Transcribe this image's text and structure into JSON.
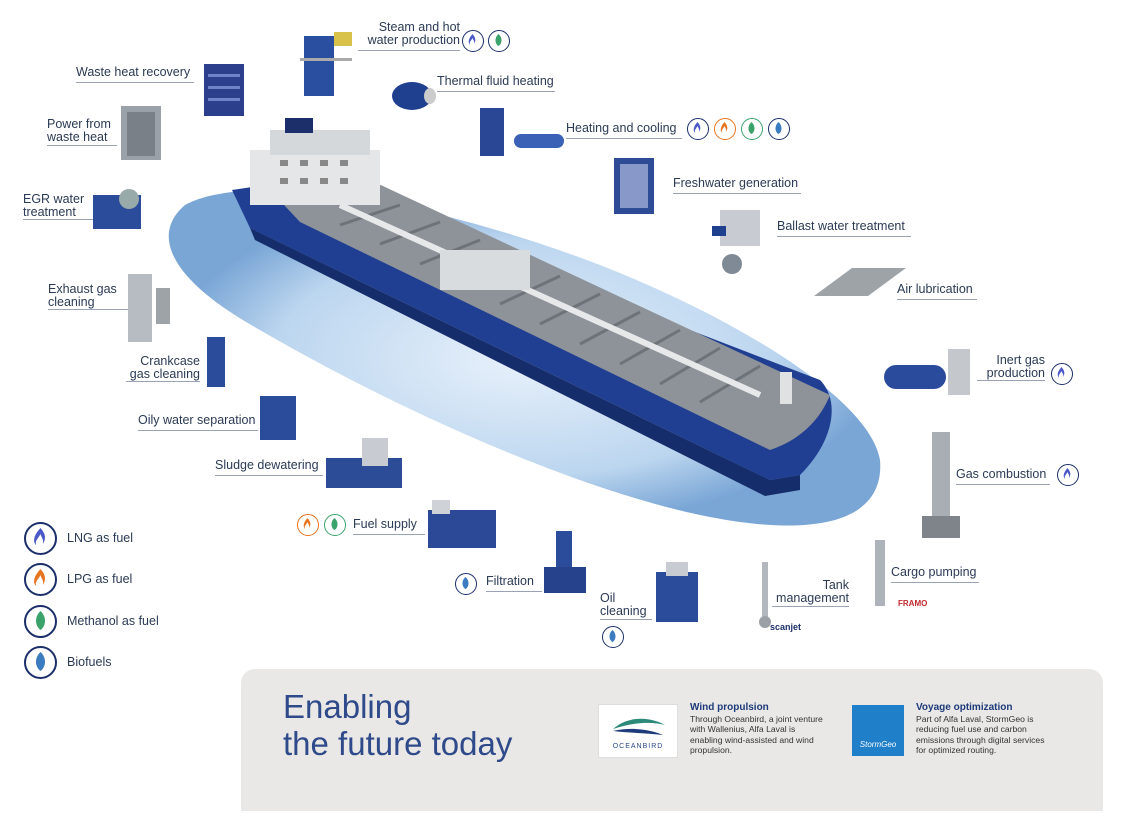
{
  "labels": {
    "steam": "Steam and hot water production",
    "thermal": "Thermal fluid heating",
    "waste_heat_recovery": "Waste heat recovery",
    "power_waste_heat": "Power from waste heat",
    "heating_cooling": "Heating and cooling",
    "freshwater": "Freshwater generation",
    "egr": "EGR water treatment",
    "ballast": "Ballast water treatment",
    "air_lub": "Air lubrication",
    "exhaust": "Exhaust gas cleaning",
    "crankcase": "Crankcase gas cleaning",
    "inert_gas": "Inert gas production",
    "oily_water": "Oily water separation",
    "gas_combustion": "Gas combustion",
    "sludge": "Sludge dewatering",
    "fuel_supply": "Fuel supply",
    "filtration": "Filtration",
    "oil_cleaning": "Oil cleaning",
    "tank_mgmt": "Tank management",
    "cargo_pumping": "Cargo pumping"
  },
  "brands": {
    "scanjet": "scanjet",
    "framo": "FRAMO"
  },
  "legend": [
    {
      "label": "LNG as fuel",
      "icon": "lng-flame-icon"
    },
    {
      "label": "LPG as fuel",
      "icon": "lpg-flame-icon"
    },
    {
      "label": "Methanol as fuel",
      "icon": "methanol-leaf-icon"
    },
    {
      "label": "Biofuels",
      "icon": "biofuel-leaf-icon"
    }
  ],
  "panel": {
    "hero_line1": "Enabling",
    "hero_line2": "the future today",
    "wind": {
      "title": "Wind propulsion",
      "body": "Through Oceanbird, a joint venture with Wallenius, Alfa Laval is enabling wind-assisted and wind propulsion.",
      "logo_text": "OCEANBIRD"
    },
    "voyage": {
      "title": "Voyage optimization",
      "body": "Part of Alfa Laval, StormGeo is reducing fuel use and carbon emissions through digital services for optimized routing.",
      "logo_text": "StormGeo"
    }
  },
  "colors": {
    "navy": "#1b2f6b",
    "hull": "#1f3f8f",
    "deck": "#8a8f96",
    "water": "#cfe0f2",
    "lng": "#4a58c8",
    "lpg": "#e8731e",
    "methanol": "#3aa36b",
    "biofuel": "#3b7bc0"
  }
}
